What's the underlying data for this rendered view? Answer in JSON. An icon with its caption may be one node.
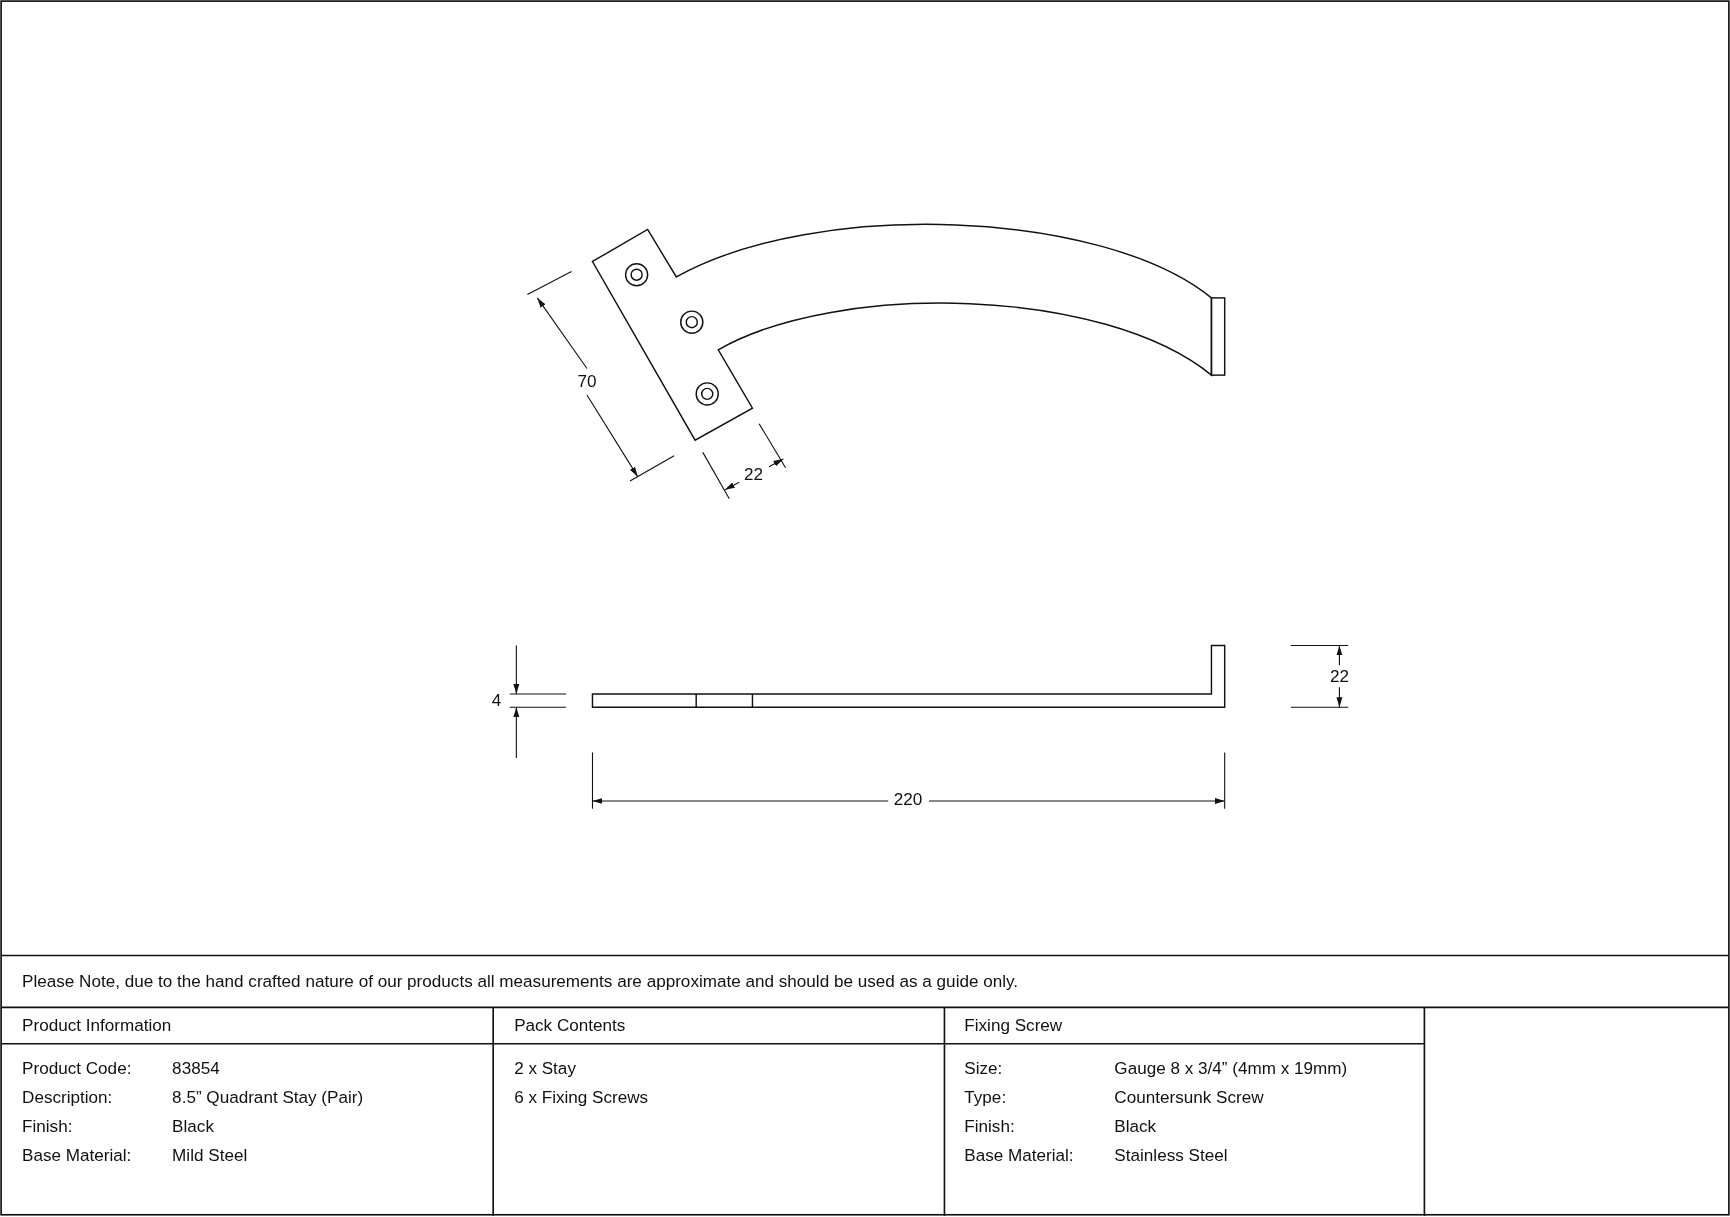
{
  "diagram": {
    "labels": [
      "70",
      "22",
      "4",
      "22",
      "220",
      "Please Note, due to the hand crafted nature of our products all measurements are approximate and should be used as a guide only.",
      "Product Information",
      "Pack Contents",
      "Fixing Screw",
      "Product Code:",
      "83854",
      "2 x Stay",
      "Size:",
      "Gauge 8 x 3/4” (4mm x 19mm)",
      "Description:",
      "8.5” Quadrant Stay (Pair)",
      "6 x Fixing Screws",
      "Type:",
      "Countersunk Screw",
      "Finish:",
      "Black",
      "Finish:",
      "Black",
      "Base Material:",
      "Mild Steel",
      "Base Material:",
      "Stainless Steel"
    ]
  }
}
